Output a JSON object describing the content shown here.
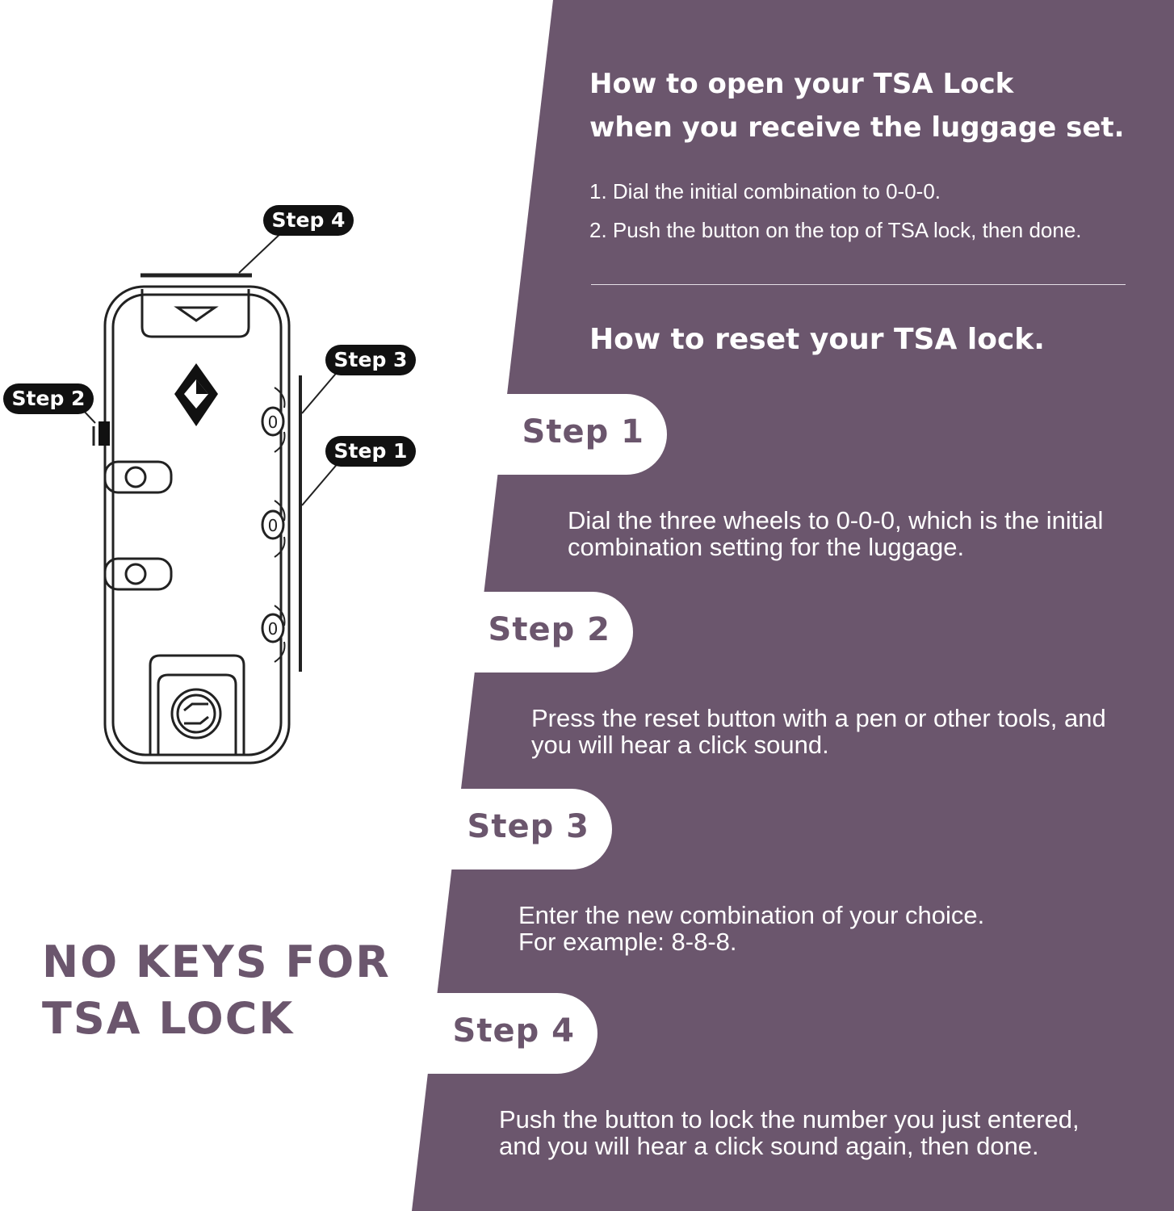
{
  "open_section": {
    "title_line1": "How to open your TSA Lock",
    "title_line2": "when you receive the luggage set.",
    "steps": [
      "1. Dial the initial combination to 0-0-0.",
      "2. Push the button on the top of TSA lock, then done."
    ]
  },
  "reset_section": {
    "title": "How to reset your TSA lock.",
    "steps": [
      {
        "label": "Step 1",
        "lines": [
          "Dial the three wheels to 0-0-0, which is the initial",
          "combination setting for the luggage."
        ]
      },
      {
        "label": "Step 2",
        "lines": [
          "Press the reset button with a pen or other tools, and",
          "you will hear a click sound."
        ]
      },
      {
        "label": "Step 3",
        "lines": [
          "Enter the new combination of your choice.",
          "For example: 8-8-8."
        ]
      },
      {
        "label": "Step 4",
        "lines": [
          "Push the button to lock the number you just entered,",
          "and you will hear a click sound again, then done."
        ]
      }
    ]
  },
  "diagram": {
    "tags": [
      "Step 4",
      "Step 3",
      "Step 2",
      "Step 1"
    ],
    "wheel_digit": "0"
  },
  "footer_text": {
    "line1": "NO KEYS FOR",
    "line2": "TSA LOCK"
  },
  "colors": {
    "panel": "#6b566d",
    "white": "#ffffff"
  }
}
